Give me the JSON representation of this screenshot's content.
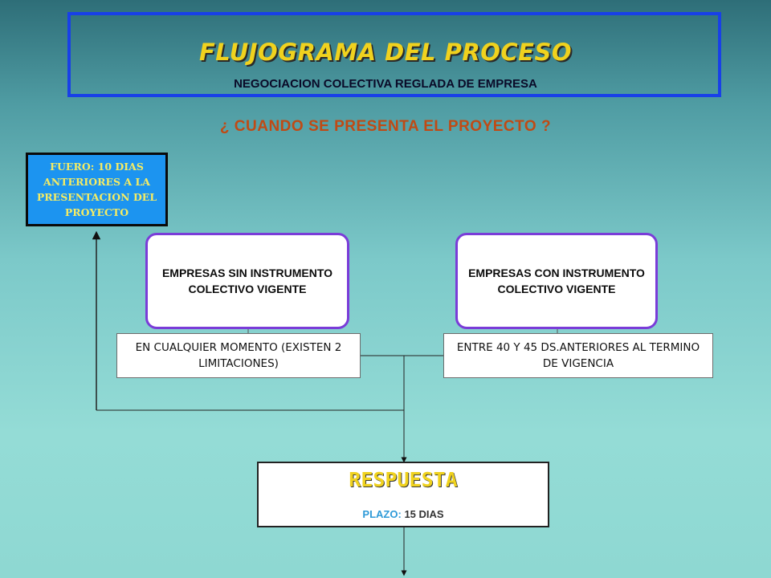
{
  "header": {
    "title": "FLUJOGRAMA DEL PROCESO",
    "subtitle": "NEGOCIACION COLECTIVA REGLADA DE EMPRESA"
  },
  "question": "¿ CUANDO SE PRESENTA EL PROYECTO ?",
  "fuero": {
    "text": "FUERO: 10 DIAS ANTERIORES A LA PRESENTACION DEL PROYECTO"
  },
  "branches": {
    "sin": {
      "label": "EMPRESAS SIN INSTRUMENTO COLECTIVO VIGENTE",
      "time": "EN CUALQUIER MOMENTO (EXISTEN 2 LIMITACIONES)"
    },
    "con": {
      "label": "EMPRESAS CON INSTRUMENTO COLECTIVO VIGENTE",
      "time": "ENTRE 40 Y 45 DS.ANTERIORES AL TERMINO DE VIGENCIA"
    }
  },
  "respuesta": {
    "title": "RESPUESTA",
    "plazo_label": "PLAZO:",
    "plazo_value": "15 DIAS"
  },
  "colors": {
    "title_border": "#1840e8",
    "title_text": "#f0d21e",
    "question_text": "#c04a14",
    "fuero_fill": "#1c94f0",
    "fuero_text": "#f4ec64",
    "rounded_border": "#7a3cd8",
    "plazo_label": "#2e9ad8"
  }
}
